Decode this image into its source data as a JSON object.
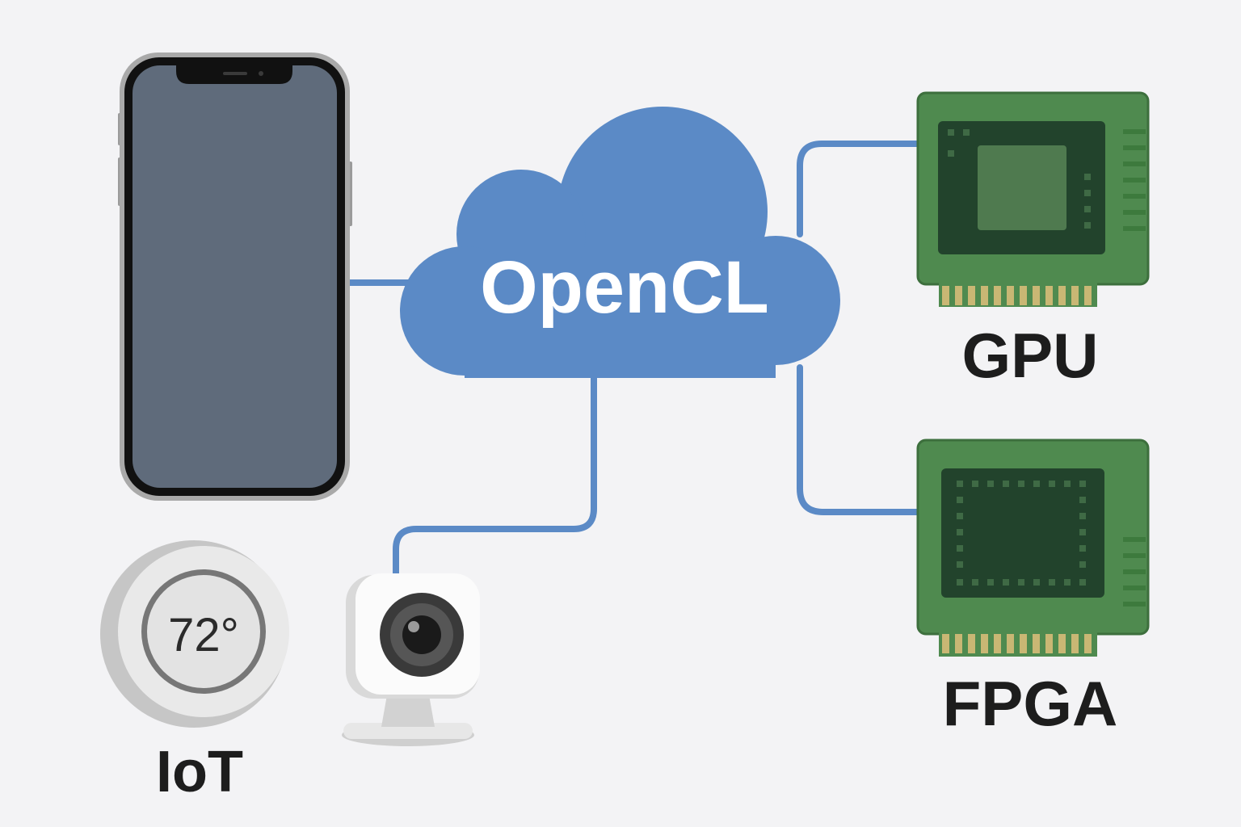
{
  "colors": {
    "background": "#f3f3f5",
    "cloud": "#5b8ac6",
    "connector": "#5b8ac6",
    "board": "#4f8a4f",
    "chip": "#22432c",
    "gold_pins": "#c9b774",
    "phone_screen": "#5f6b7b",
    "label": "#1d1d1d"
  },
  "hub": {
    "label": "OpenCL",
    "icon": "cloud-icon"
  },
  "devices": {
    "smartphone": {
      "icon": "smartphone-icon"
    },
    "thermostat": {
      "icon": "thermostat-icon",
      "display": "72°"
    },
    "camera": {
      "icon": "security-camera-icon"
    },
    "gpu": {
      "icon": "gpu-card-icon",
      "label": "GPU"
    },
    "fpga": {
      "icon": "fpga-board-icon",
      "label": "FPGA"
    }
  },
  "group_labels": {
    "iot": "IoT"
  }
}
